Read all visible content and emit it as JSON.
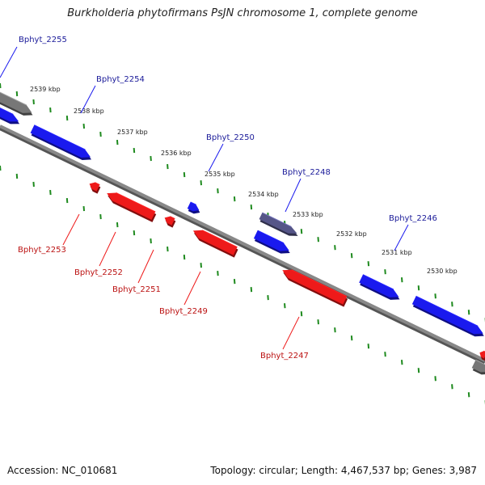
{
  "header": {
    "title": "Burkholderia phytofirmans PsJN chromosome 1, complete genome"
  },
  "footer": {
    "accession": "Accession: NC_010681",
    "topology": "Topology: circular; Length: 4,467,537 bp; Genes: 3,987"
  },
  "colors": {
    "forward": "#1a1aee",
    "reverse": "#ee1a1a",
    "backbone": "#888888",
    "ticks": "#1e8a1e",
    "grey": "#777777"
  },
  "ticks": [
    "2539 kbp",
    "2538 kbp",
    "2537 kbp",
    "2536 kbp",
    "2535 kbp",
    "2534 kbp",
    "2533 kbp",
    "2532 kbp",
    "2531 kbp",
    "2530 kbp"
  ],
  "forward_genes": [
    "Bphyt_2255",
    "Bphyt_2254",
    "Bphyt_2250",
    "Bphyt_2248",
    "Bphyt_2246"
  ],
  "reverse_genes": [
    "Bphyt_2253",
    "Bphyt_2252",
    "Bphyt_2251",
    "Bphyt_2249",
    "Bphyt_2247"
  ]
}
